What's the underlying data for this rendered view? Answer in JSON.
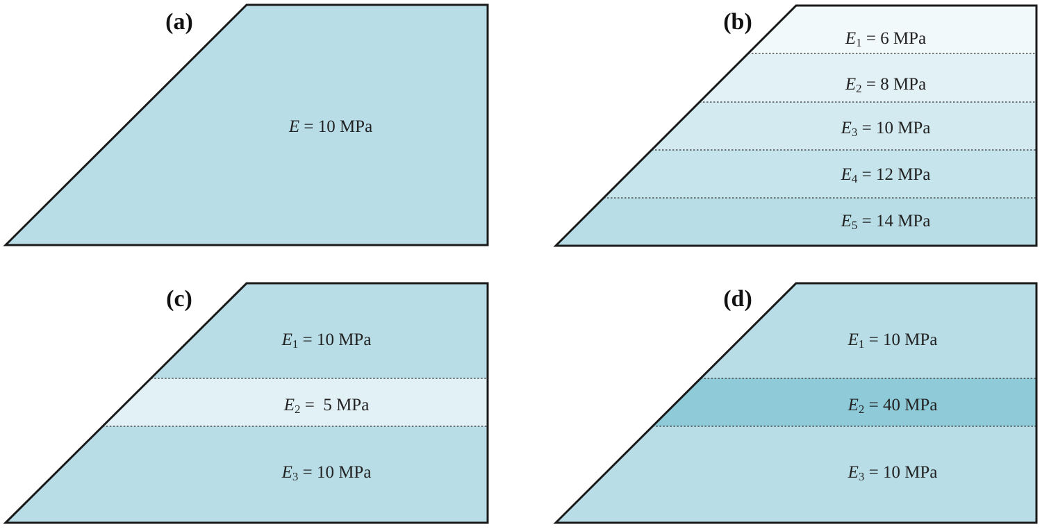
{
  "figure": {
    "colors": {
      "outline": "#1a1a1a",
      "default_fill": "#b8dde6"
    },
    "panels": [
      {
        "label": "(a)",
        "layers": [
          {
            "symbol": "E",
            "subscript": "",
            "rest": " = 10 MPa",
            "fill": "#b8dde6"
          }
        ]
      },
      {
        "label": "(b)",
        "layers": [
          {
            "symbol": "E",
            "subscript": "1",
            "rest": " = 6 MPa",
            "fill": "#f2f9fb"
          },
          {
            "symbol": "E",
            "subscript": "2",
            "rest": " = 8 MPa",
            "fill": "#e2f1f5"
          },
          {
            "symbol": "E",
            "subscript": "3",
            "rest": " = 10 MPa",
            "fill": "#d3eaf1"
          },
          {
            "symbol": "E",
            "subscript": "4",
            "rest": " = 12 MPa",
            "fill": "#c6e4ec"
          },
          {
            "symbol": "E",
            "subscript": "5",
            "rest": " = 14 MPa",
            "fill": "#b8dde6"
          }
        ]
      },
      {
        "label": "(c)",
        "layers": [
          {
            "symbol": "E",
            "subscript": "1",
            "rest": " = 10 MPa",
            "fill": "#b8dde6"
          },
          {
            "symbol": "E",
            "subscript": "2",
            "rest": " =  5 MPa",
            "fill": "#e2f1f5"
          },
          {
            "symbol": "E",
            "subscript": "3",
            "rest": " = 10 MPa",
            "fill": "#b8dde6"
          }
        ]
      },
      {
        "label": "(d)",
        "layers": [
          {
            "symbol": "E",
            "subscript": "1",
            "rest": " = 10 MPa",
            "fill": "#b8dde6"
          },
          {
            "symbol": "E",
            "subscript": "2",
            "rest": " = 40 MPa",
            "fill": "#8fcad8"
          },
          {
            "symbol": "E",
            "subscript": "3",
            "rest": " = 10 MPa",
            "fill": "#b8dde6"
          }
        ]
      }
    ]
  }
}
